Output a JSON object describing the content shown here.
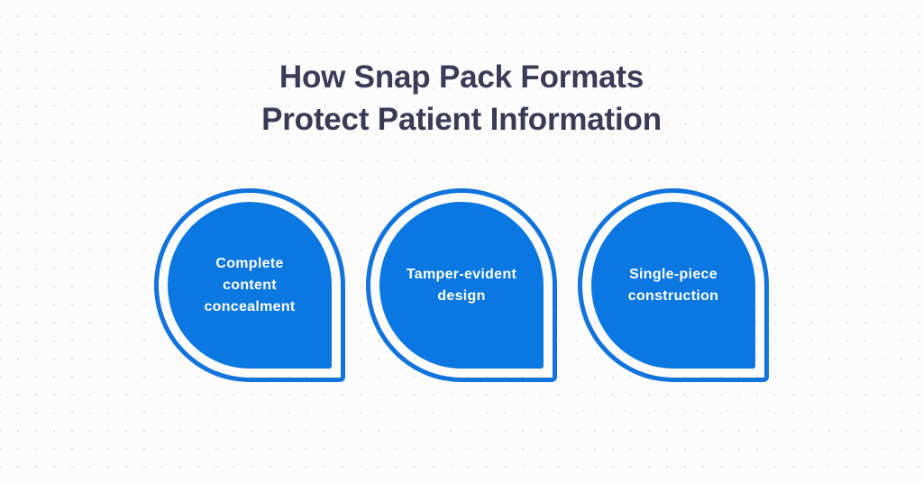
{
  "title": {
    "line1": "How Snap Pack Formats",
    "line2": "Protect Patient Information"
  },
  "cards": [
    {
      "label": "Complete content concealment"
    },
    {
      "label": "Tamper-evident design"
    },
    {
      "label": "Single-piece construction"
    }
  ],
  "colors": {
    "blue_fill": "#0b77e1",
    "ring_blue": "#1173dc",
    "title_color": "#3b3b56",
    "card_text": "#ffffff",
    "background": "#fcfcfd",
    "dot_grid": "#e6e6ec"
  }
}
